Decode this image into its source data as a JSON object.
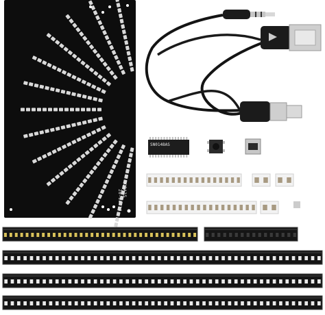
{
  "board": {
    "silkscreen_line1": "Q2A35",
    "silkscreen_line2": "20-08-14"
  },
  "chip": {
    "marking": "SN0148AS"
  },
  "colors": {
    "board": "#0d0d0d",
    "pad": "#d8d8d8",
    "cable": "#141414",
    "usb_metal": "#c9c9c9",
    "strip_tape": "#151515",
    "led_white": "#f2f2f2",
    "led_yellow": "#d9c25a"
  }
}
